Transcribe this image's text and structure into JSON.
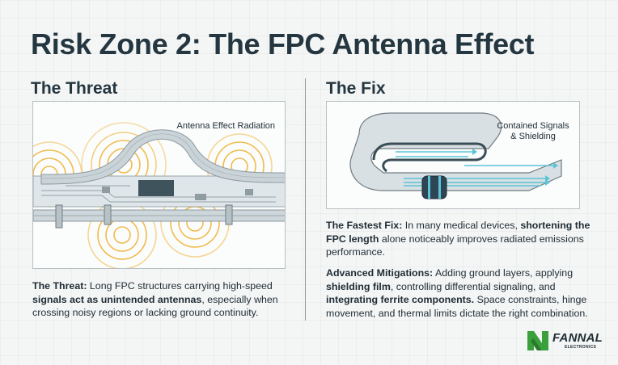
{
  "title": "Risk Zone 2: The FPC Antenna Effect",
  "threat": {
    "heading": "The Threat",
    "diagram_label": "Antenna Effect Radiation",
    "text_lead": "The Threat:",
    "text_part1": " Long FPC structures carrying high-speed ",
    "text_bold": "signals act as unintended antennas",
    "text_part2": ", especially when crossing noisy regions or lacking ground continuity."
  },
  "fix": {
    "heading": "The Fix",
    "diagram_label_line1": "Contained Signals",
    "diagram_label_line2": "& Shielding",
    "p1_lead": "The Fastest Fix:",
    "p1_part1": " In many medical devices, ",
    "p1_bold": "shortening the FPC length",
    "p1_part2": " alone noticeably improves radiated emissions performance.",
    "p2_lead": "Advanced Mitigations:",
    "p2_part1": " Adding ground layers, applying ",
    "p2_bold1": "shielding film",
    "p2_part2": ", controlling differential signaling, and ",
    "p2_bold2": "integrating ferrite components.",
    "p2_part3": " Space constraints, hinge movement, and thermal limits dictate the right combination."
  },
  "logo": {
    "name": "FANNAL",
    "sub": "ELECTRONICS",
    "green": "#3aa03c",
    "dark": "#1f2d35"
  },
  "colors": {
    "radiation": "#f0b43a",
    "fpc": "#c9d3d8",
    "arrow": "#5bc3d8",
    "ferrite": "#2e4654"
  }
}
